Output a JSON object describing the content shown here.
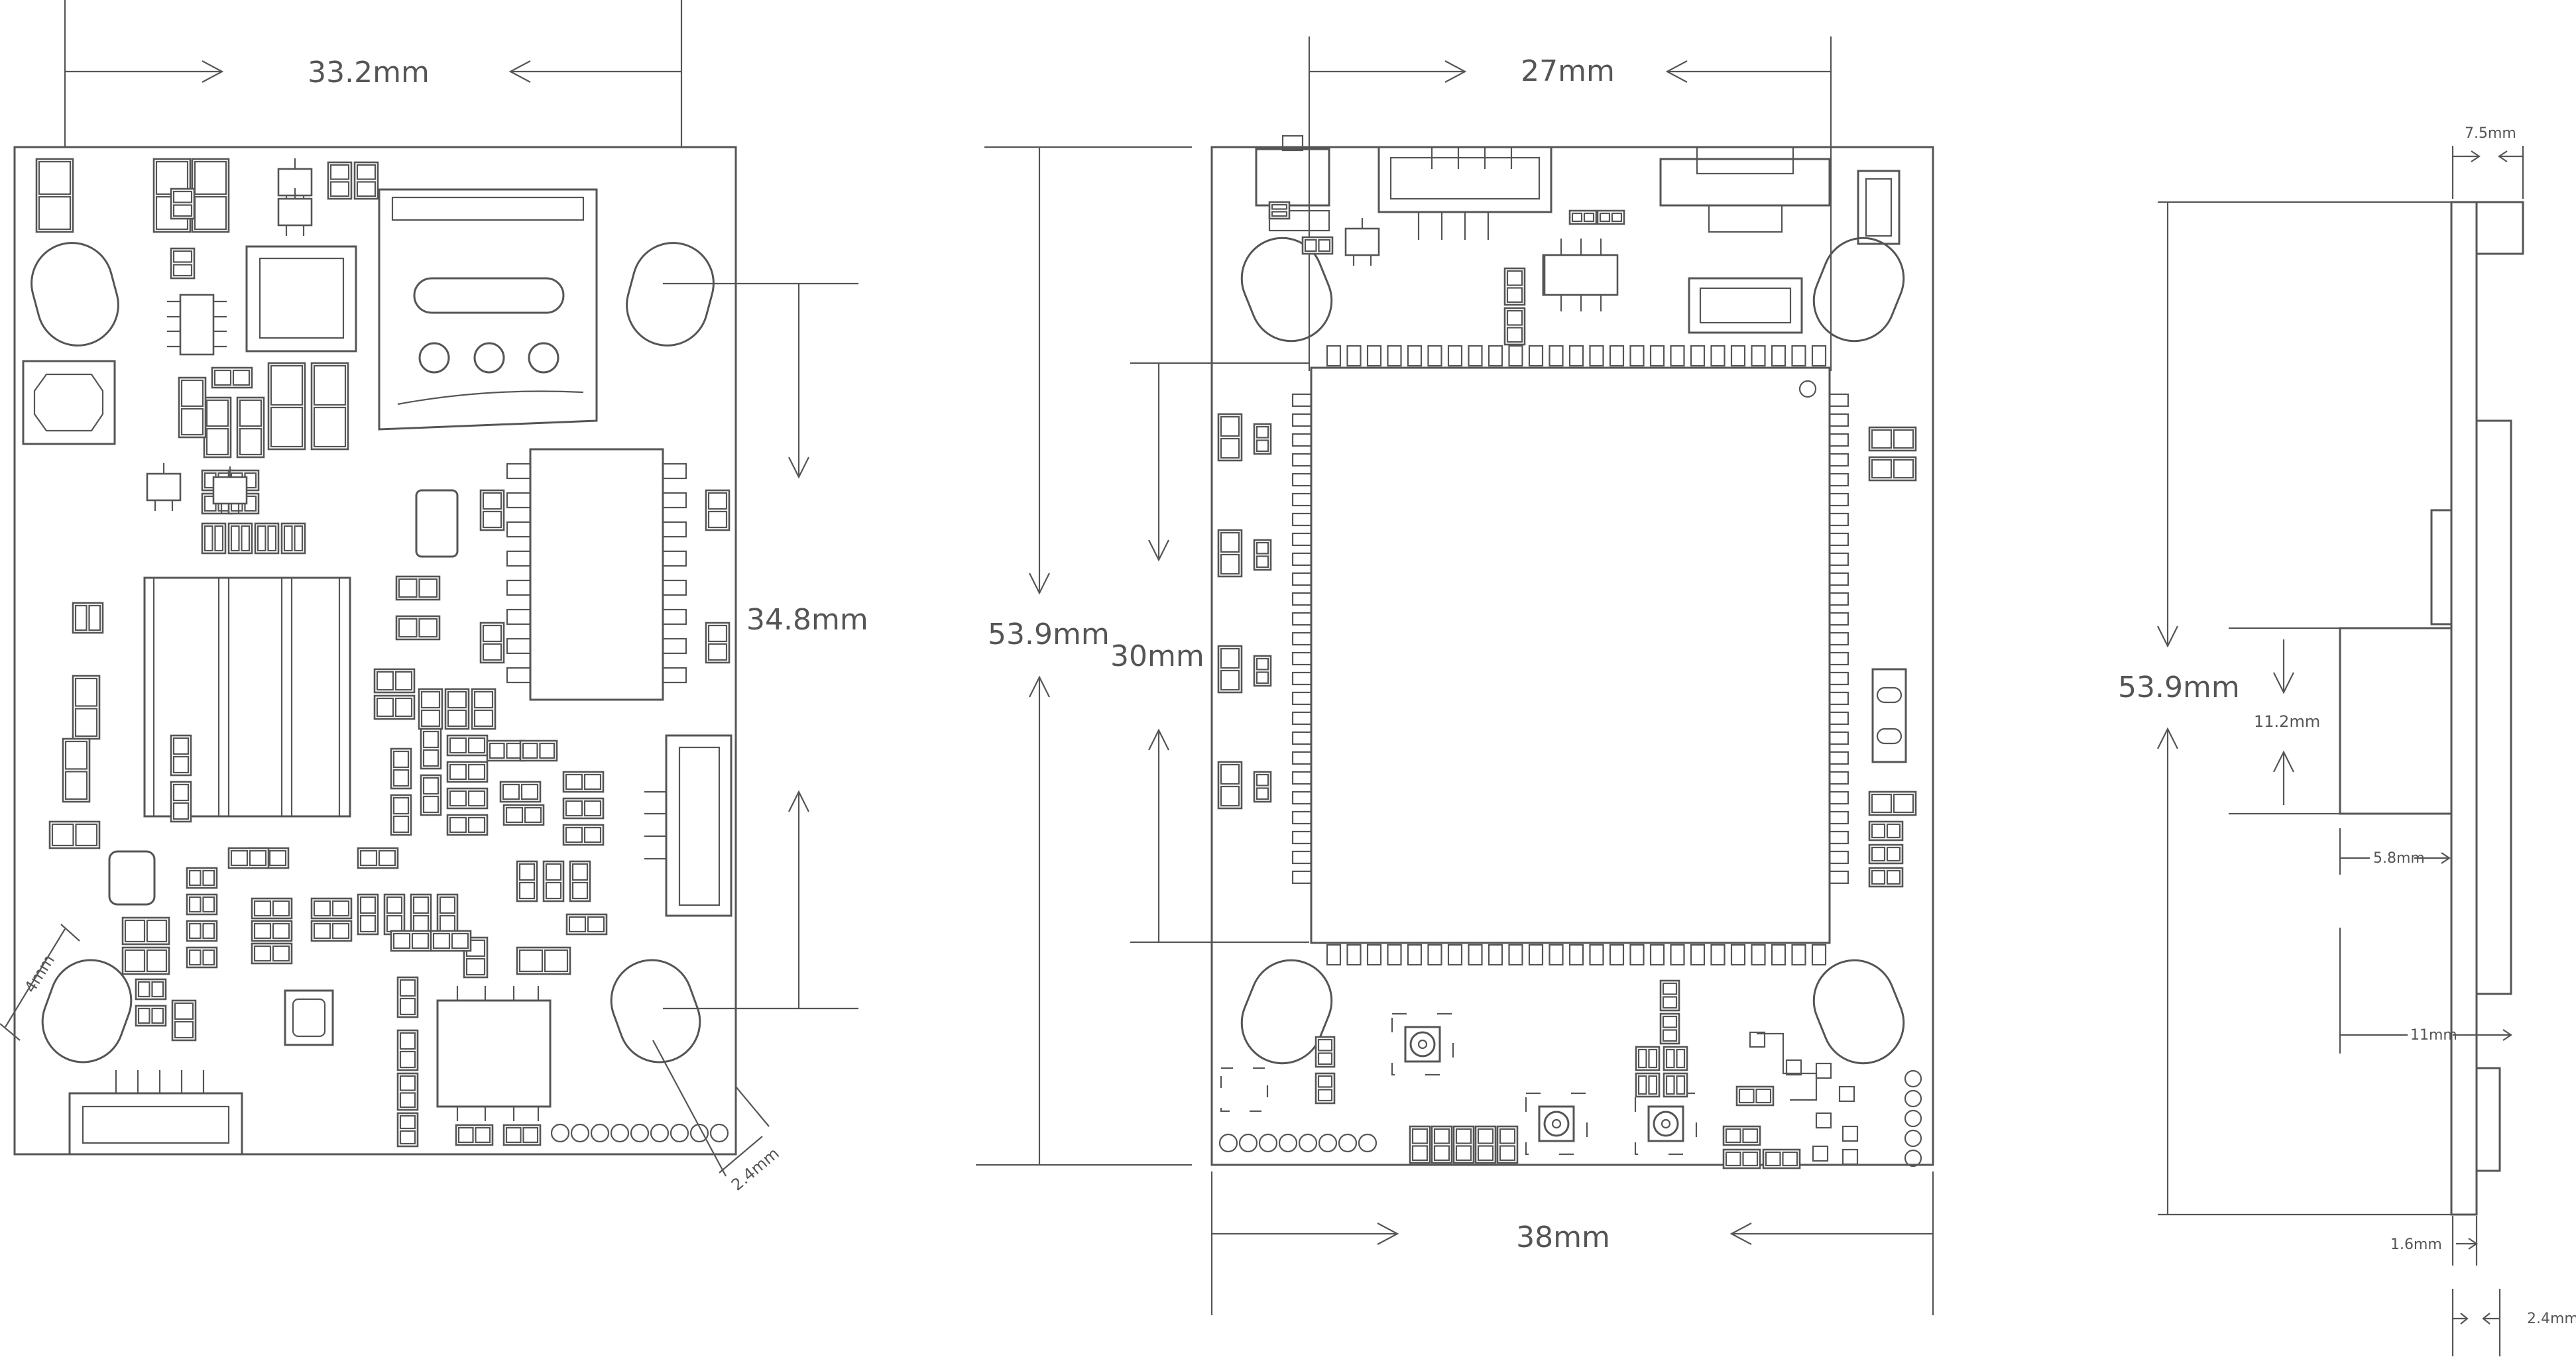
{
  "dimensions": {
    "view1": {
      "width": "33.2mm",
      "height": "34.8mm",
      "hole": "4mm",
      "edge": "2.4mm"
    },
    "view2": {
      "module_width": "27mm",
      "board_width": "38mm",
      "board_height": "53.9mm",
      "module_height": "30mm"
    },
    "view3": {
      "height": "53.9mm",
      "top_comp": "7.5mm",
      "side_comp": "11.2mm",
      "depth_a": "5.8mm",
      "depth_b": "11mm",
      "board_thickness": "1.6mm",
      "bottom_offset": "2.4mm"
    }
  },
  "colors": {
    "line": "#555555",
    "background": "#ffffff"
  }
}
